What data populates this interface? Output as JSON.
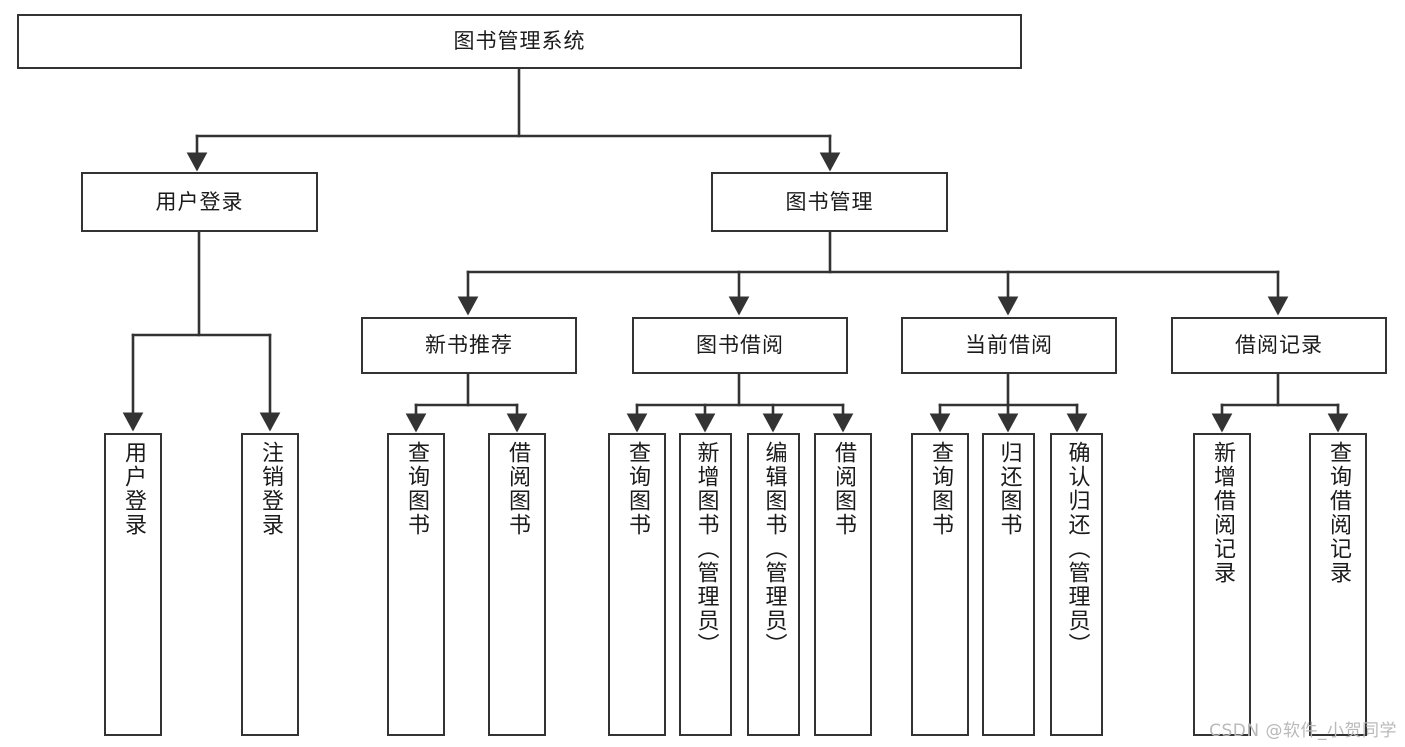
{
  "diagram": {
    "title": "图书管理系统",
    "type": "tree-hierarchy-diagram",
    "colors": {
      "box_stroke": "#333333",
      "box_fill": "#ffffff",
      "connector": "#333333",
      "canvas": "#ffffff",
      "watermark": "#b9b9b9"
    },
    "root": {
      "label": "图书管理系统"
    },
    "level2": [
      {
        "label": "用户登录"
      },
      {
        "label": "图书管理"
      }
    ],
    "level3": [
      {
        "label": "新书推荐"
      },
      {
        "label": "图书借阅"
      },
      {
        "label": "当前借阅"
      },
      {
        "label": "借阅记录"
      }
    ],
    "leaves": {
      "user_login": [
        {
          "label": "用户登录"
        },
        {
          "label": "注销登录"
        }
      ],
      "new_book": [
        {
          "label": "查询图书"
        },
        {
          "label": "借阅图书"
        }
      ],
      "book_borrow": [
        {
          "label": "查询图书"
        },
        {
          "label": "新增图书（管理员）"
        },
        {
          "label": "编辑图书（管理员）"
        },
        {
          "label": "借阅图书"
        }
      ],
      "current_borrow": [
        {
          "label": "查询图书"
        },
        {
          "label": "归还图书"
        },
        {
          "label": "确认归还（管理员）"
        }
      ],
      "borrow_record": [
        {
          "label": "新增借阅记录"
        },
        {
          "label": "查询借阅记录"
        }
      ]
    }
  },
  "watermark": {
    "text": "CSDN @软件_小贺同学"
  }
}
